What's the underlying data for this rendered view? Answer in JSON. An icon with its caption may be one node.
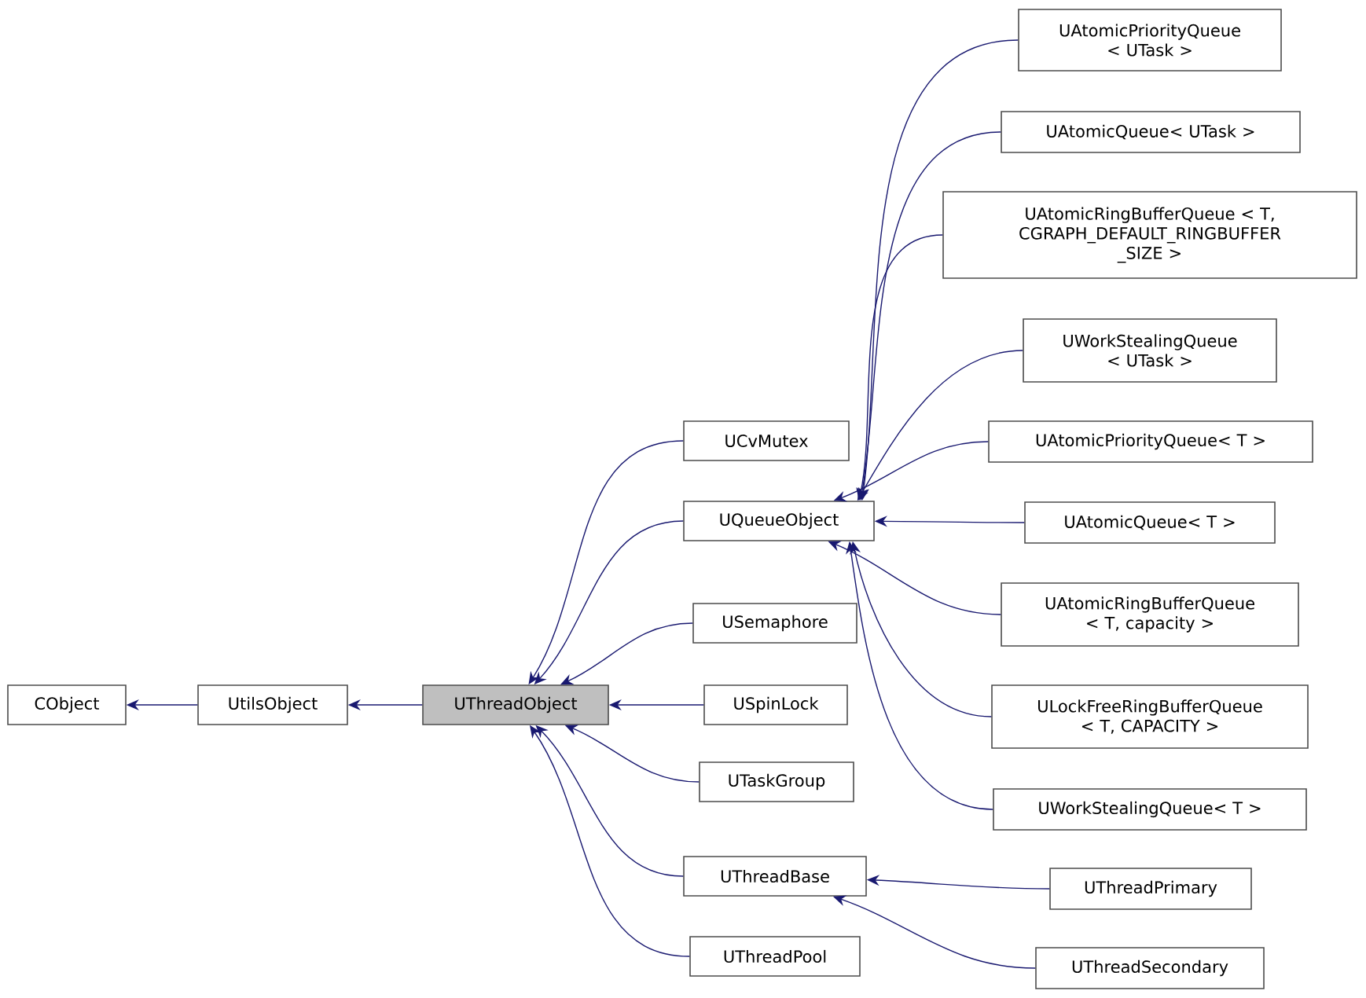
{
  "diagram": {
    "nodes": [
      {
        "text": [
          "CObject"
        ]
      },
      {
        "text": [
          "UtilsObject"
        ]
      },
      {
        "text": [
          "UThreadObject"
        ]
      },
      {
        "text": [
          "UCvMutex"
        ]
      },
      {
        "text": [
          "UQueueObject"
        ]
      },
      {
        "text": [
          "USemaphore"
        ]
      },
      {
        "text": [
          "USpinLock"
        ]
      },
      {
        "text": [
          "UTaskGroup"
        ]
      },
      {
        "text": [
          "UThreadBase"
        ]
      },
      {
        "text": [
          "UThreadPool"
        ]
      },
      {
        "text": [
          "UAtomicPriorityQueue < UTask >"
        ]
      },
      {
        "text": [
          "UAtomicQueue< UTask >"
        ]
      },
      {
        "text": [
          "UAtomicRingBufferQueue < T, CGRAPH_DEFAULT_RINGBUFFER _SIZE >"
        ]
      },
      {
        "text": [
          "UWorkStealingQueue < UTask >"
        ]
      },
      {
        "text": [
          "UAtomicPriorityQueue< T >"
        ]
      },
      {
        "text": [
          "UAtomicQueue< T >"
        ]
      },
      {
        "text": [
          "UAtomicRingBufferQueue < T, capacity >"
        ]
      },
      {
        "text": [
          "ULockFreeRingBufferQueue < T, CAPACITY >"
        ]
      },
      {
        "text": [
          "UWorkStealingQueue< T >"
        ]
      },
      {
        "text": [
          "UThreadPrimary"
        ]
      },
      {
        "text": [
          "UThreadSecondary"
        ]
      }
    ],
    "edges": [
      {
        "from": 1,
        "to": 0,
        "arrow": "to"
      },
      {
        "from": 2,
        "to": 1,
        "arrow": "to"
      },
      {
        "from": 3,
        "to": 2,
        "arrow": "to"
      },
      {
        "from": 4,
        "to": 2,
        "arrow": "to"
      },
      {
        "from": 5,
        "to": 2,
        "arrow": "to"
      },
      {
        "from": 6,
        "to": 2,
        "arrow": "to"
      },
      {
        "from": 7,
        "to": 2,
        "arrow": "to"
      },
      {
        "from": 8,
        "to": 2,
        "arrow": "to"
      },
      {
        "from": 9,
        "to": 2,
        "arrow": "to"
      },
      {
        "from": 10,
        "to": 4,
        "arrow": "to"
      },
      {
        "from": 11,
        "to": 4,
        "arrow": "to"
      },
      {
        "from": 12,
        "to": 4,
        "arrow": "to"
      },
      {
        "from": 13,
        "to": 4,
        "arrow": "to"
      },
      {
        "from": 14,
        "to": 4,
        "arrow": "to"
      },
      {
        "from": 15,
        "to": 4,
        "arrow": "to"
      },
      {
        "from": 16,
        "to": 4,
        "arrow": "to"
      },
      {
        "from": 17,
        "to": 4,
        "arrow": "to"
      },
      {
        "from": 18,
        "to": 4,
        "arrow": "to"
      },
      {
        "from": 19,
        "to": 8,
        "arrow": "to"
      },
      {
        "from": 20,
        "to": 8,
        "arrow": "to"
      }
    ]
  }
}
